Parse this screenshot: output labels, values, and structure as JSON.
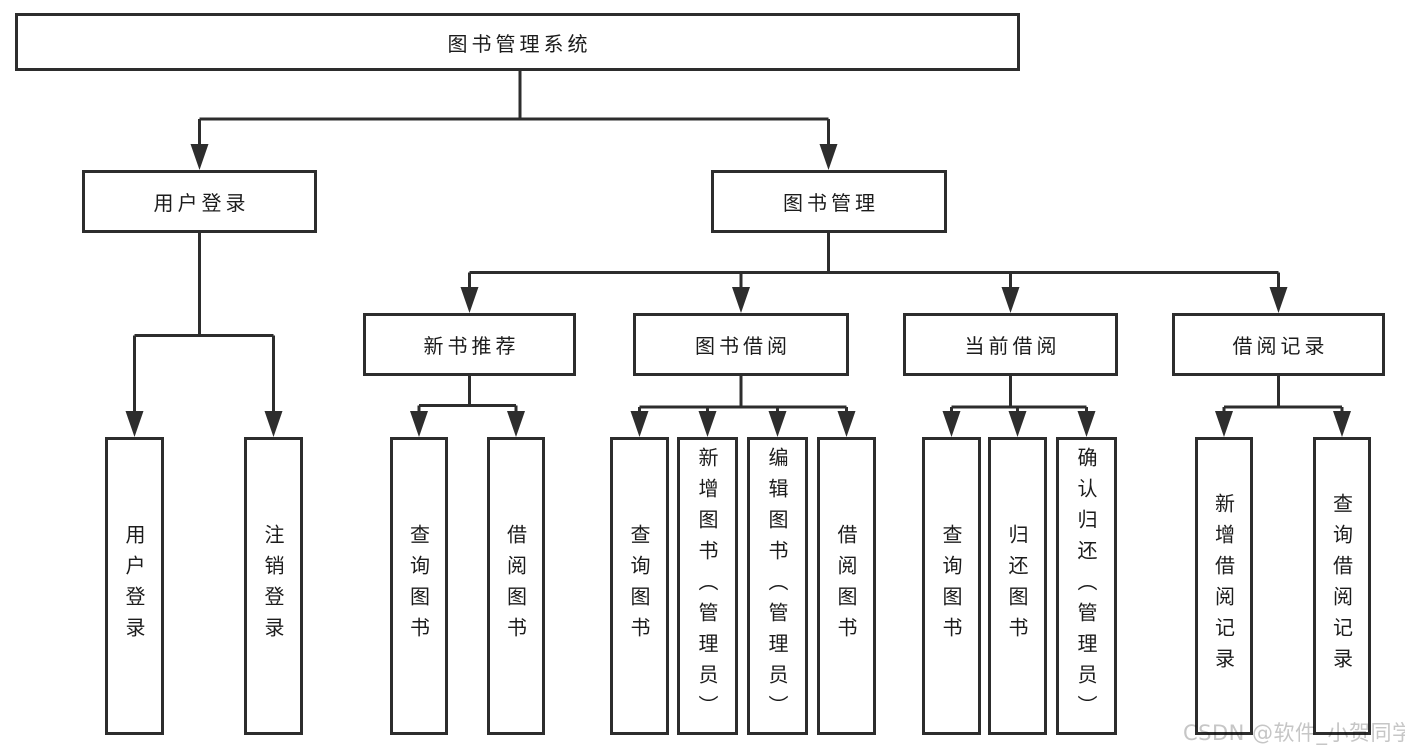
{
  "diagram": {
    "root": {
      "label": "图书管理系统"
    },
    "level2": [
      {
        "label": "用户登录"
      },
      {
        "label": "图书管理"
      }
    ],
    "level3": [
      {
        "label": "新书推荐",
        "parent": "图书管理"
      },
      {
        "label": "图书借阅",
        "parent": "图书管理"
      },
      {
        "label": "当前借阅",
        "parent": "图书管理"
      },
      {
        "label": "借阅记录",
        "parent": "图书管理"
      }
    ],
    "leaves": [
      {
        "label": "用户登录",
        "parent": "用户登录"
      },
      {
        "label": "注销登录",
        "parent": "用户登录"
      },
      {
        "label": "查询图书",
        "parent": "新书推荐"
      },
      {
        "label": "借阅图书",
        "parent": "新书推荐"
      },
      {
        "label": "查询图书",
        "parent": "图书借阅"
      },
      {
        "label": "新增图书（管理员）",
        "parent": "图书借阅"
      },
      {
        "label": "编辑图书（管理员）",
        "parent": "图书借阅"
      },
      {
        "label": "借阅图书",
        "parent": "图书借阅"
      },
      {
        "label": "查询图书",
        "parent": "当前借阅"
      },
      {
        "label": "归还图书",
        "parent": "当前借阅"
      },
      {
        "label": "确认归还（管理员）",
        "parent": "当前借阅"
      },
      {
        "label": "新增借阅记录",
        "parent": "借阅记录"
      },
      {
        "label": "查询借阅记录",
        "parent": "借阅记录"
      }
    ]
  },
  "watermark": {
    "text": "CSDN @软件_小贺同学"
  },
  "colors": {
    "line": "#2d2d2d",
    "box_border": "#2d2d2d",
    "box_fill": "#ffffff",
    "text": "#1c1c1c",
    "watermark": "#c6c6c6",
    "background": "#ffffff"
  }
}
